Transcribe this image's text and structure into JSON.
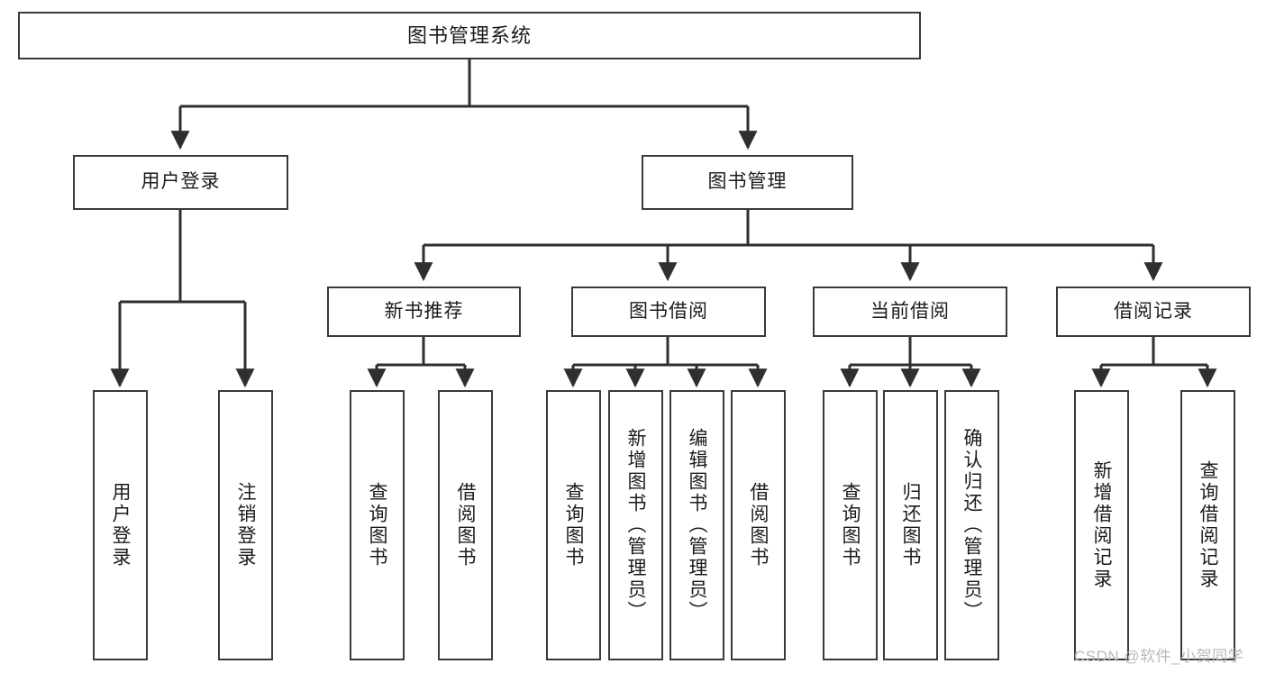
{
  "diagram": {
    "type": "tree-hierarchy",
    "title": "图书管理系统",
    "watermark": "CSDN @软件_小贺同学",
    "colors": {
      "box_border": "#3a3a3c",
      "box_fill": "#ffffff",
      "edge": "#2f2f2f",
      "text": "#1b1b1b",
      "watermark": "#b9b9b9",
      "background": "#ffffff"
    },
    "nodes": {
      "root": {
        "label": "图书管理系统",
        "level": 0
      },
      "level1": [
        {
          "id": "user-login",
          "label": "用户登录"
        },
        {
          "id": "book-manage",
          "label": "图书管理"
        }
      ],
      "level2": [
        {
          "id": "new-book-recommend",
          "label": "新书推荐"
        },
        {
          "id": "book-borrow",
          "label": "图书借阅"
        },
        {
          "id": "current-borrow",
          "label": "当前借阅"
        },
        {
          "id": "borrow-record",
          "label": "借阅记录"
        }
      ],
      "level3": [
        {
          "id": "leaf-user-login",
          "label": "用户登录",
          "parent": "user-login"
        },
        {
          "id": "leaf-logout-login",
          "label": "注销登录",
          "parent": "user-login"
        },
        {
          "id": "leaf-query-book-1",
          "label": "查询图书",
          "parent": "new-book-recommend"
        },
        {
          "id": "leaf-borrow-book-1",
          "label": "借阅图书",
          "parent": "new-book-recommend"
        },
        {
          "id": "leaf-query-book-2",
          "label": "查询图书",
          "parent": "book-borrow"
        },
        {
          "id": "leaf-add-book",
          "label": "新增图书（管理员）",
          "parent": "book-borrow"
        },
        {
          "id": "leaf-edit-book",
          "label": "编辑图书（管理员）",
          "parent": "book-borrow"
        },
        {
          "id": "leaf-borrow-book-2",
          "label": "借阅图书",
          "parent": "book-borrow"
        },
        {
          "id": "leaf-query-book-3",
          "label": "查询图书",
          "parent": "current-borrow"
        },
        {
          "id": "leaf-return-book",
          "label": "归还图书",
          "parent": "current-borrow"
        },
        {
          "id": "leaf-confirm-return",
          "label": "确认归还（管理员）",
          "parent": "current-borrow"
        },
        {
          "id": "leaf-add-record",
          "label": "新增借阅记录",
          "parent": "borrow-record"
        },
        {
          "id": "leaf-query-record",
          "label": "查询借阅记录",
          "parent": "borrow-record"
        }
      ]
    }
  }
}
